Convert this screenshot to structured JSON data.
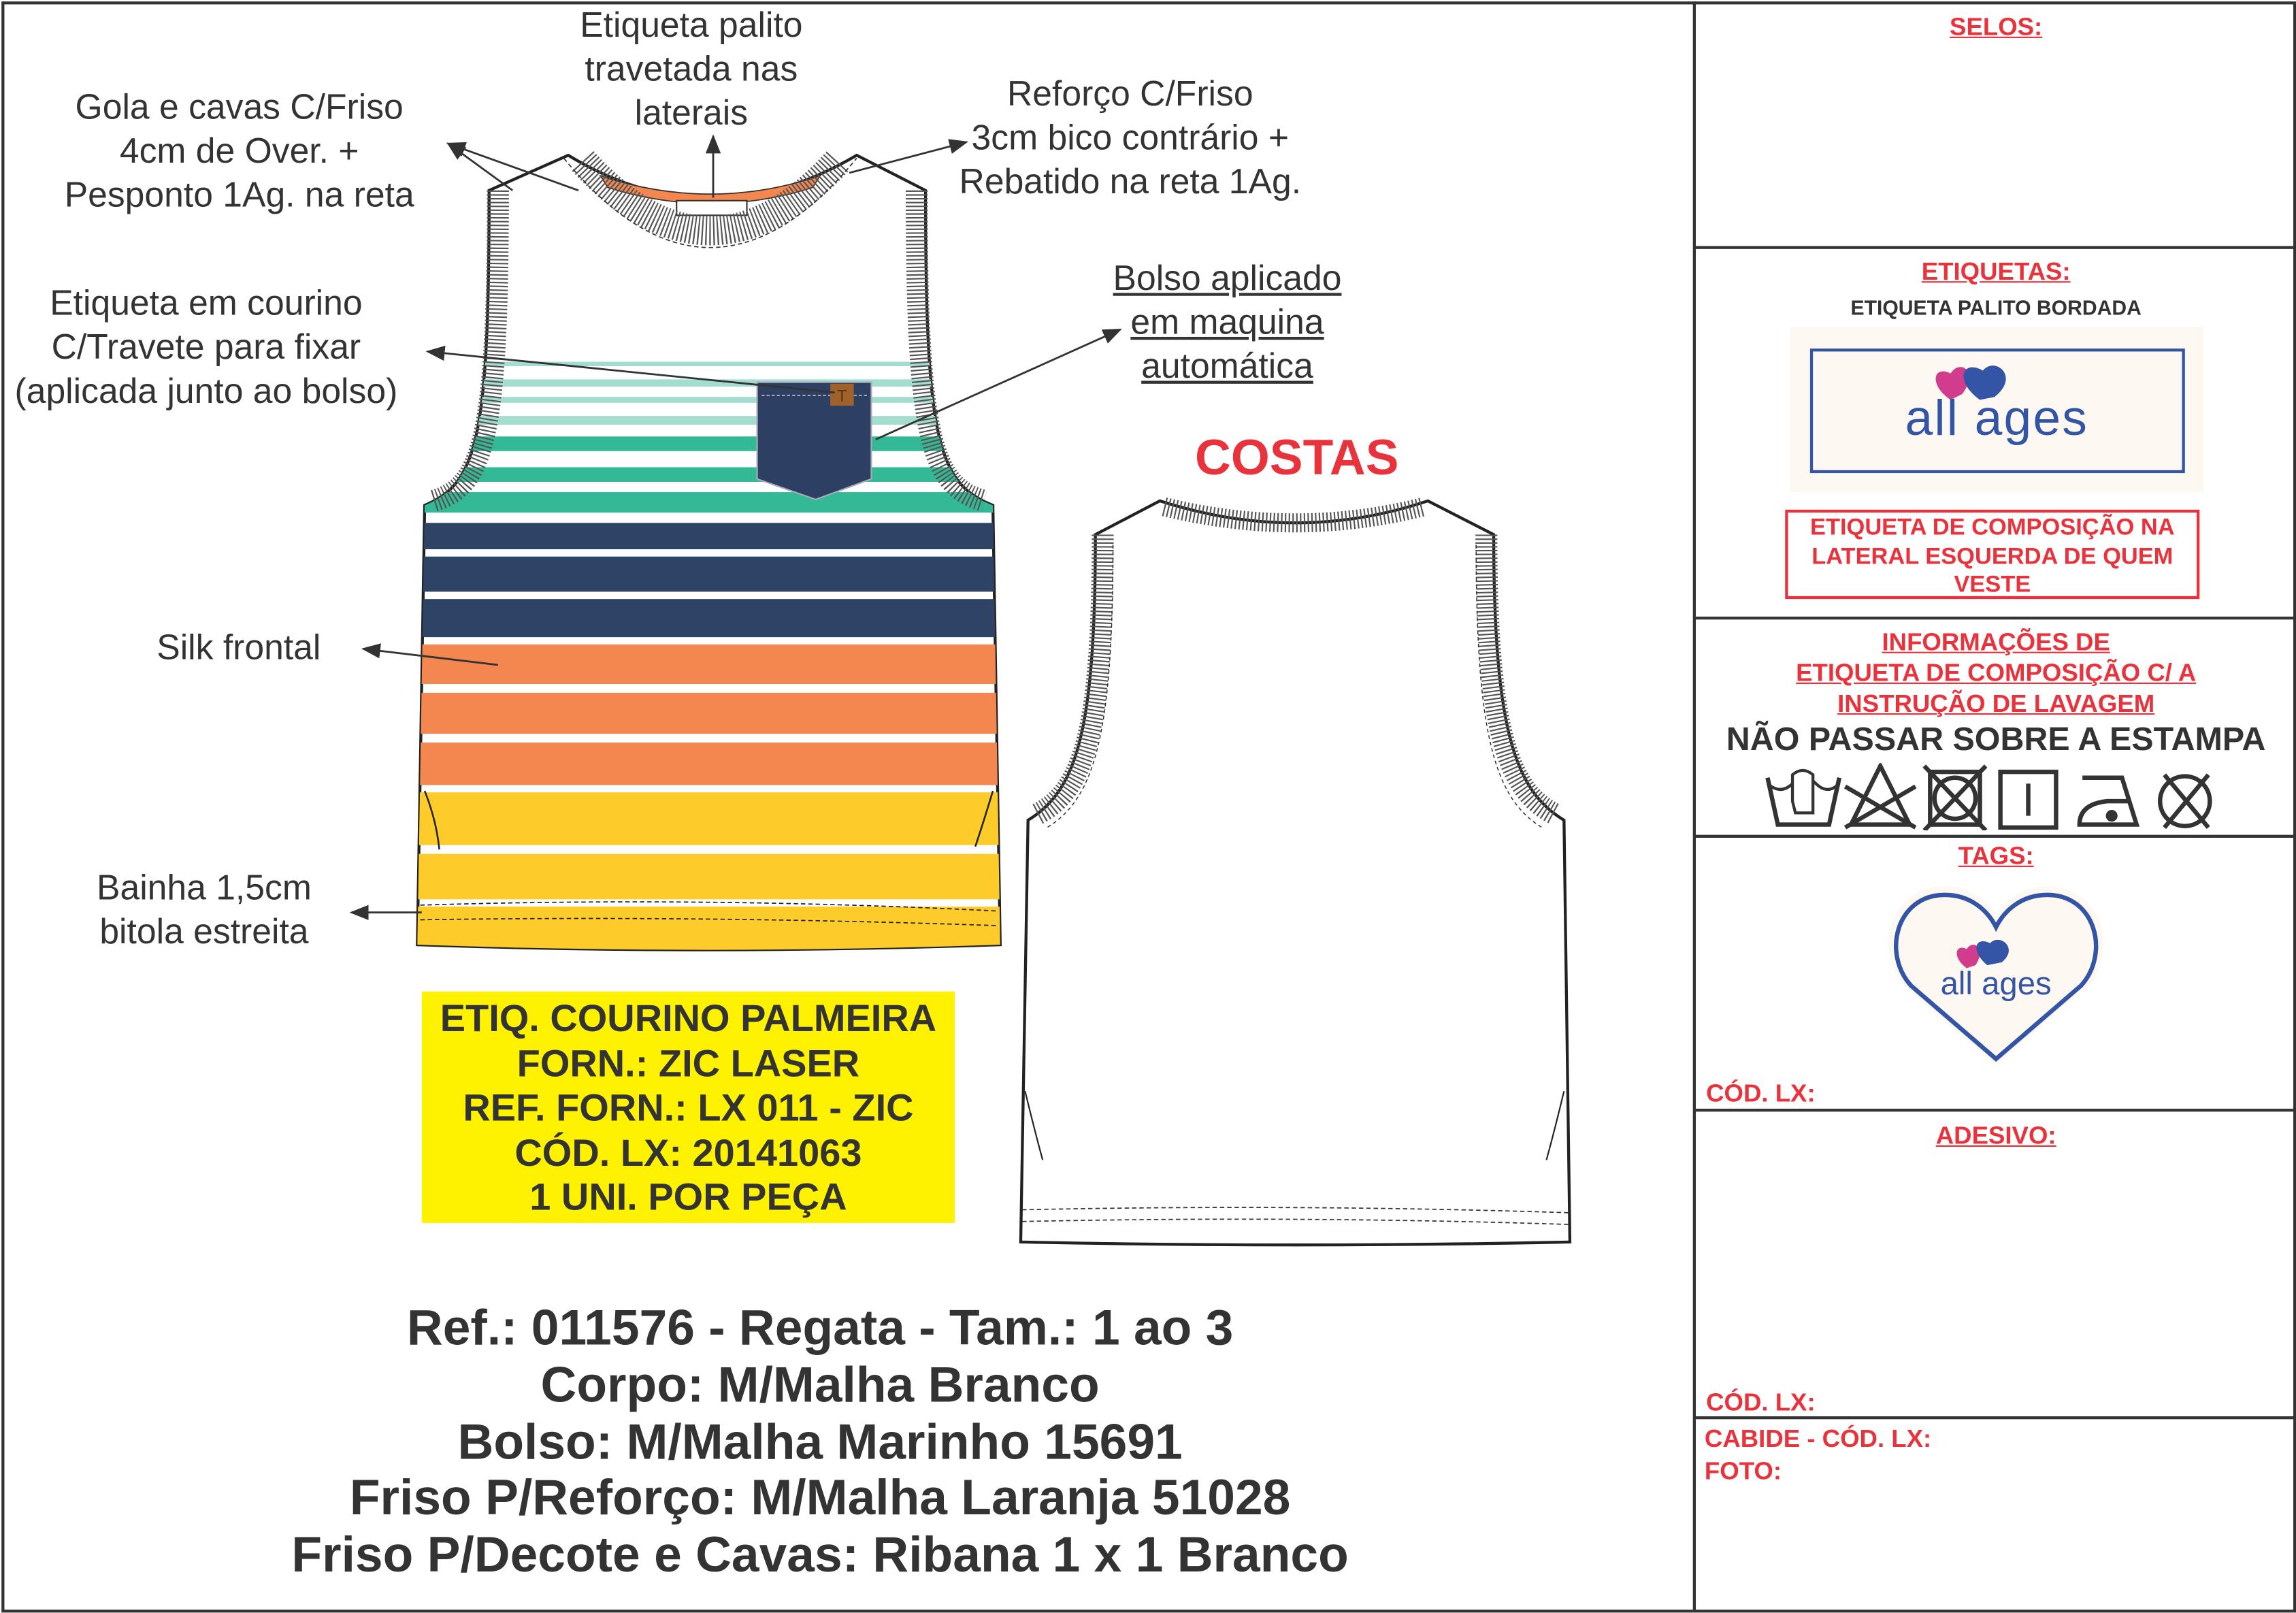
{
  "annotations": {
    "gola": [
      "Gola e cavas C/Friso",
      "4cm de Over. +",
      "Pesponto 1Ag. na reta"
    ],
    "etiqueta_palito": [
      "Etiqueta palito",
      "travetada nas",
      "laterais"
    ],
    "reforco": [
      "Reforço C/Friso",
      "3cm bico contrário +",
      "Rebatido na reta 1Ag."
    ],
    "etiqueta_courino": [
      "Etiqueta em courino",
      "C/Travete para fixar",
      "(aplicada junto ao bolso)"
    ],
    "bolso": [
      "Bolso aplicado",
      "em maquina",
      "automática"
    ],
    "silk": "Silk frontal",
    "bainha": [
      "Bainha 1,5cm",
      "bitola estreita"
    ],
    "costas": "COSTAS"
  },
  "label_box": [
    "ETIQ. COURINO PALMEIRA",
    "FORN.: ZIC LASER",
    "REF. FORN.: LX 011 - ZIC",
    "CÓD. LX: 20141063",
    "1 UNI. POR PEÇA"
  ],
  "spec": [
    "Ref.: 011576 - Regata - Tam.: 1 ao 3",
    "Corpo: M/Malha Branco",
    "Bolso: M/Malha Marinho 15691",
    "Friso P/Reforço: M/Malha Laranja 51028",
    "Friso P/Decote e Cavas: Ribana 1 x 1 Branco"
  ],
  "panel": {
    "selos": "SELOS:",
    "etiquetas": "ETIQUETAS:",
    "etiqueta_palito_bordada": "ETIQUETA PALITO BORDADA",
    "brand": "all ages",
    "composicao_box": [
      "ETIQUETA DE COMPOSIÇÃO NA",
      "LATERAL ESQUERDA DE QUEM",
      "VESTE"
    ],
    "informacoes": [
      "INFORMAÇÕES DE",
      "ETIQUETA DE COMPOSIÇÃO C/ A",
      "INSTRUÇÃO DE LAVAGEM"
    ],
    "nao_passar": "NÃO PASSAR SOBRE A ESTAMPA",
    "care_icons": [
      "hand-wash-icon",
      "do-not-bleach-icon",
      "do-not-tumble-dry-icon",
      "line-dry-icon",
      "iron-low-icon",
      "do-not-dry-clean-icon"
    ],
    "tags": "TAGS:",
    "cod_lx_tags": "CÓD. LX:",
    "adesivo": "ADESIVO:",
    "cod_lx_adesivo": "CÓD. LX:",
    "cabide": "CABIDE - CÓD. LX:",
    "foto": "FOTO:"
  },
  "colors": {
    "red": "#e8323c",
    "navy": "#2e4366",
    "teal": "#33b996",
    "mint": "#a3ddd0",
    "orange": "#f4874f",
    "yellow": "#fdcc2a",
    "brand_blue": "#3454a5",
    "brand_pink": "#d23c8c",
    "box_yellow": "#fff200"
  }
}
